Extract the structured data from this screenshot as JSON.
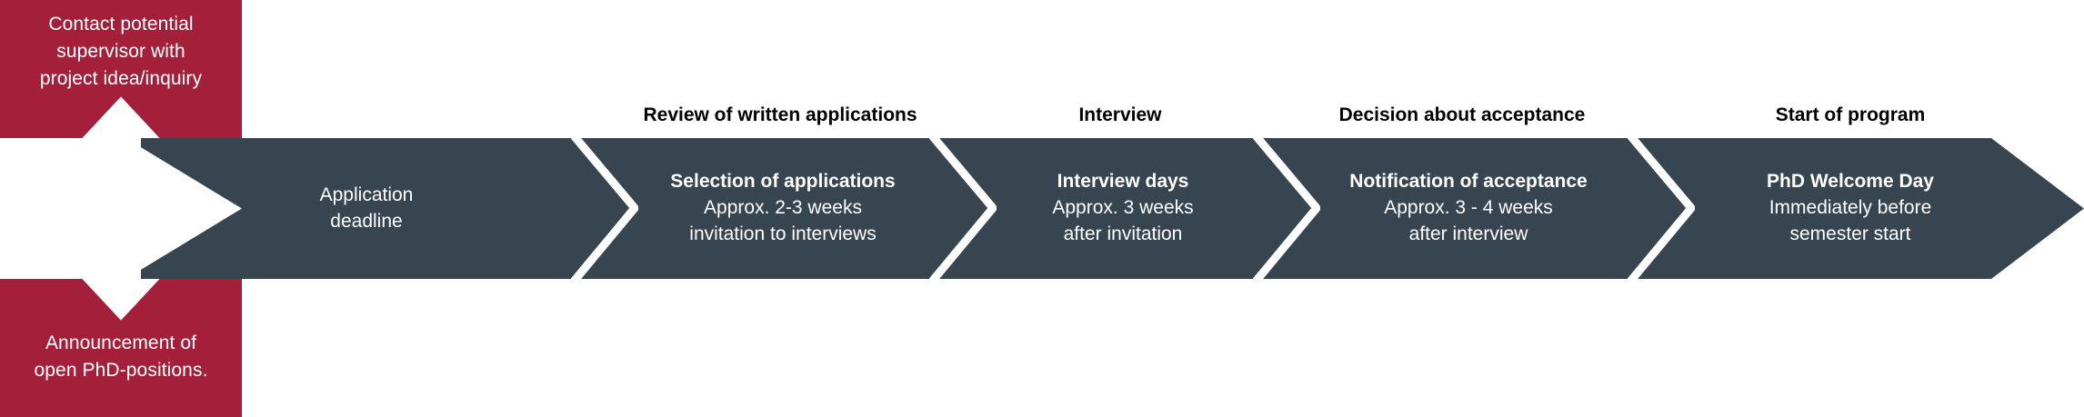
{
  "colors": {
    "accent_red": "#A4203A",
    "bar_dark": "#36454F",
    "background": "#FFFFFF",
    "text_on_dark": "#FFFFFF",
    "header_text": "#000000"
  },
  "side_blocks": {
    "top": {
      "lines": [
        "Contact potential",
        "supervisor with",
        "project idea/inquiry"
      ]
    },
    "bottom": {
      "lines": [
        "Announcement of",
        "open PhD-positions."
      ]
    }
  },
  "headers": [
    {
      "label": ""
    },
    {
      "label": "Review of written applications"
    },
    {
      "label": "Interview"
    },
    {
      "label": "Decision about acceptance"
    },
    {
      "label": "Start of program"
    }
  ],
  "segments": [
    {
      "title": "",
      "lines": [
        "Application",
        "deadline"
      ]
    },
    {
      "title": "Selection of applications",
      "lines": [
        "Approx. 2-3 weeks",
        "invitation to interviews"
      ]
    },
    {
      "title": "Interview days",
      "lines": [
        "Approx. 3 weeks",
        "after invitation"
      ]
    },
    {
      "title": "Notification of acceptance",
      "lines": [
        "Approx. 3 - 4 weeks",
        "after interview"
      ]
    },
    {
      "title": "PhD Welcome Day",
      "lines": [
        "Immediately before",
        "semester start"
      ]
    }
  ]
}
